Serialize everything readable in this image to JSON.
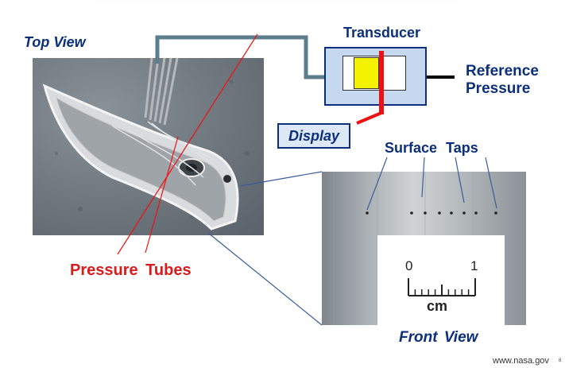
{
  "labels": {
    "top_view": "Top View",
    "transducer": "Transducer",
    "reference_line1": "Reference",
    "reference_line2": "Pressure",
    "display": "Display",
    "surface_taps": "Surface Taps",
    "pressure_tubes": "Pressure Tubes",
    "front_view": "Front View"
  },
  "scale": {
    "zero": "0",
    "one": "1",
    "unit": "cm"
  },
  "footer": {
    "url": "www.nasa.gov",
    "page": "8"
  },
  "colors": {
    "label_blue": "#0b2f7a",
    "label_red": "#d81b1b",
    "tube_gray": "#5b7d8c",
    "transducer_fill": "#c6d8ef",
    "sensor_yellow": "#f5f200"
  }
}
